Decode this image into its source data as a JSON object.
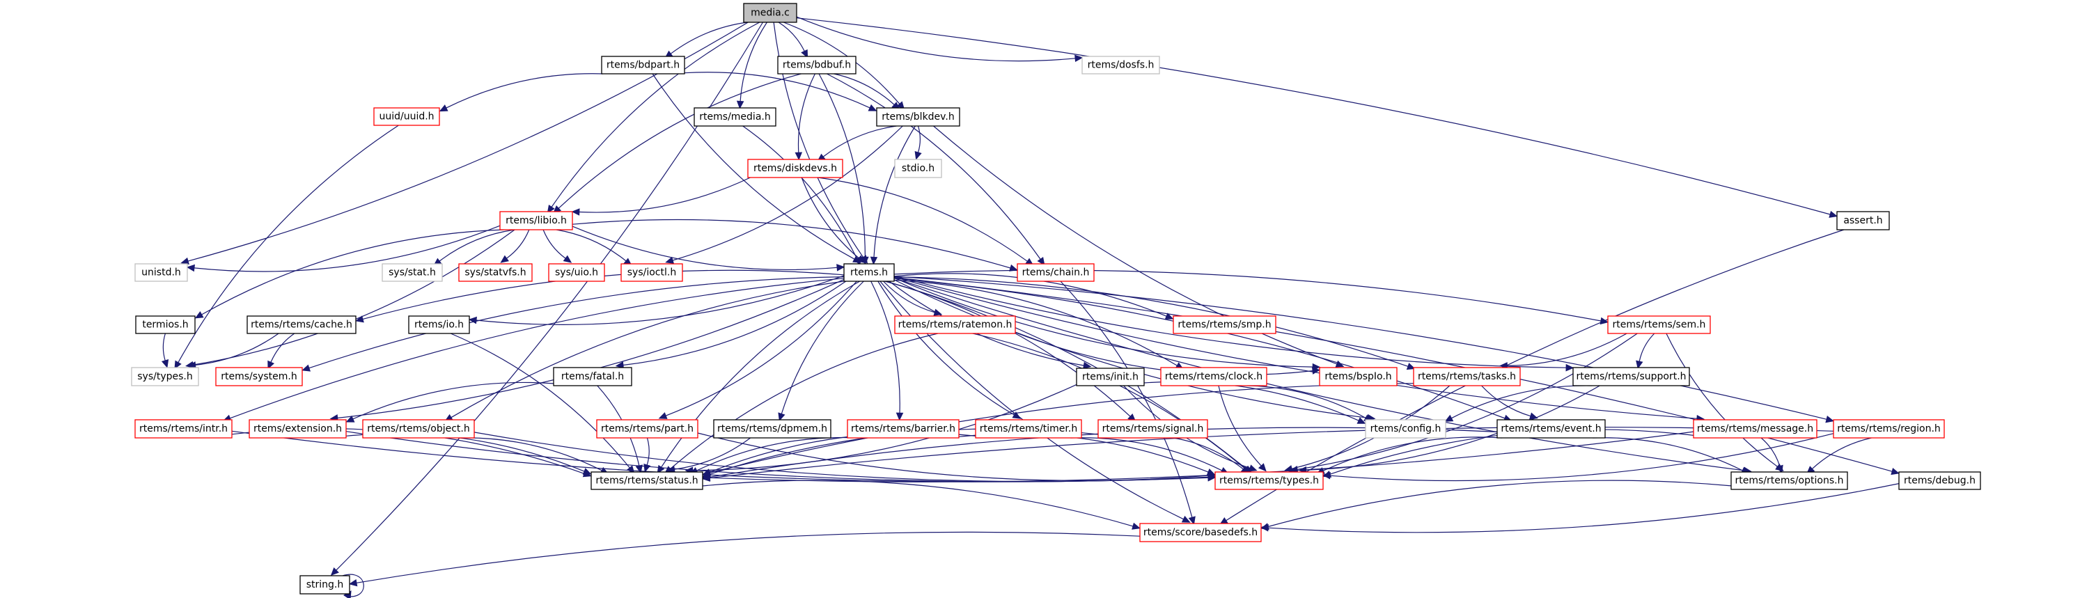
{
  "title": "media.c include dependency graph",
  "colors": {
    "edge": "#191970",
    "root_fill": "#bfbfbf",
    "normal_border": "#000000",
    "missing_border": "#bfbfbf",
    "truncated_border": "#ff0000"
  },
  "nodes": [
    {
      "id": "media_c",
      "label": "media.c",
      "kind": "root"
    },
    {
      "id": "bdpart",
      "label": "rtems/bdpart.h",
      "kind": "normal"
    },
    {
      "id": "bdbuf",
      "label": "rtems/bdbuf.h",
      "kind": "normal"
    },
    {
      "id": "dosfs",
      "label": "rtems/dosfs.h",
      "kind": "missing"
    },
    {
      "id": "uuid",
      "label": "uuid/uuid.h",
      "kind": "truncated"
    },
    {
      "id": "media_h",
      "label": "rtems/media.h",
      "kind": "normal"
    },
    {
      "id": "blkdev",
      "label": "rtems/blkdev.h",
      "kind": "normal"
    },
    {
      "id": "diskdevs",
      "label": "rtems/diskdevs.h",
      "kind": "truncated"
    },
    {
      "id": "stdio",
      "label": "stdio.h",
      "kind": "missing"
    },
    {
      "id": "assert",
      "label": "assert.h",
      "kind": "normal"
    },
    {
      "id": "libio",
      "label": "rtems/libio.h",
      "kind": "truncated"
    },
    {
      "id": "unistd",
      "label": "unistd.h",
      "kind": "missing"
    },
    {
      "id": "sysstat",
      "label": "sys/stat.h",
      "kind": "missing"
    },
    {
      "id": "statvfs",
      "label": "sys/statvfs.h",
      "kind": "truncated"
    },
    {
      "id": "uio",
      "label": "sys/uio.h",
      "kind": "truncated"
    },
    {
      "id": "ioctl",
      "label": "sys/ioctl.h",
      "kind": "truncated"
    },
    {
      "id": "rtems_h",
      "label": "rtems.h",
      "kind": "normal"
    },
    {
      "id": "chain",
      "label": "rtems/chain.h",
      "kind": "truncated"
    },
    {
      "id": "termios",
      "label": "termios.h",
      "kind": "normal"
    },
    {
      "id": "cache",
      "label": "rtems/rtems/cache.h",
      "kind": "normal"
    },
    {
      "id": "io",
      "label": "rtems/io.h",
      "kind": "normal"
    },
    {
      "id": "ratemon",
      "label": "rtems/rtems/ratemon.h",
      "kind": "truncated"
    },
    {
      "id": "smp",
      "label": "rtems/rtems/smp.h",
      "kind": "truncated"
    },
    {
      "id": "sem",
      "label": "rtems/rtems/sem.h",
      "kind": "truncated"
    },
    {
      "id": "systypes",
      "label": "sys/types.h",
      "kind": "missing"
    },
    {
      "id": "system",
      "label": "rtems/system.h",
      "kind": "truncated"
    },
    {
      "id": "fatal",
      "label": "rtems/fatal.h",
      "kind": "normal"
    },
    {
      "id": "init",
      "label": "rtems/init.h",
      "kind": "normal"
    },
    {
      "id": "clock",
      "label": "rtems/rtems/clock.h",
      "kind": "truncated"
    },
    {
      "id": "bspio",
      "label": "rtems/bspIo.h",
      "kind": "truncated"
    },
    {
      "id": "tasks",
      "label": "rtems/rtems/tasks.h",
      "kind": "truncated"
    },
    {
      "id": "support",
      "label": "rtems/rtems/support.h",
      "kind": "normal"
    },
    {
      "id": "intr",
      "label": "rtems/rtems/intr.h",
      "kind": "truncated"
    },
    {
      "id": "extension",
      "label": "rtems/extension.h",
      "kind": "truncated"
    },
    {
      "id": "object",
      "label": "rtems/rtems/object.h",
      "kind": "truncated"
    },
    {
      "id": "part",
      "label": "rtems/rtems/part.h",
      "kind": "truncated"
    },
    {
      "id": "dpmem",
      "label": "rtems/rtems/dpmem.h",
      "kind": "normal"
    },
    {
      "id": "barrier",
      "label": "rtems/rtems/barrier.h",
      "kind": "truncated"
    },
    {
      "id": "timer",
      "label": "rtems/rtems/timer.h",
      "kind": "truncated"
    },
    {
      "id": "signal",
      "label": "rtems/rtems/signal.h",
      "kind": "truncated"
    },
    {
      "id": "config",
      "label": "rtems/config.h",
      "kind": "missing"
    },
    {
      "id": "event",
      "label": "rtems/rtems/event.h",
      "kind": "normal"
    },
    {
      "id": "message",
      "label": "rtems/rtems/message.h",
      "kind": "truncated"
    },
    {
      "id": "region",
      "label": "rtems/rtems/region.h",
      "kind": "truncated"
    },
    {
      "id": "status",
      "label": "rtems/rtems/status.h",
      "kind": "normal"
    },
    {
      "id": "types",
      "label": "rtems/rtems/types.h",
      "kind": "truncated"
    },
    {
      "id": "options",
      "label": "rtems/rtems/options.h",
      "kind": "normal"
    },
    {
      "id": "debug",
      "label": "rtems/debug.h",
      "kind": "normal"
    },
    {
      "id": "basedefs",
      "label": "rtems/score/basedefs.h",
      "kind": "truncated"
    },
    {
      "id": "string",
      "label": "string.h",
      "kind": "normal"
    }
  ],
  "edges": [
    [
      "media_c",
      "bdpart"
    ],
    [
      "media_c",
      "bdbuf"
    ],
    [
      "media_c",
      "media_h"
    ],
    [
      "media_c",
      "blkdev"
    ],
    [
      "media_c",
      "dosfs"
    ],
    [
      "media_c",
      "assert"
    ],
    [
      "media_c",
      "libio"
    ],
    [
      "media_c",
      "unistd"
    ],
    [
      "media_c",
      "rtems_h"
    ],
    [
      "media_c",
      "string"
    ],
    [
      "bdpart",
      "uuid"
    ],
    [
      "bdpart",
      "blkdev"
    ],
    [
      "bdpart",
      "rtems_h"
    ],
    [
      "bdbuf",
      "blkdev"
    ],
    [
      "bdbuf",
      "diskdevs"
    ],
    [
      "bdbuf",
      "rtems_h"
    ],
    [
      "bdbuf",
      "libio"
    ],
    [
      "bdbuf",
      "chain"
    ],
    [
      "uuid",
      "systypes"
    ],
    [
      "media_h",
      "rtems_h"
    ],
    [
      "blkdev",
      "diskdevs"
    ],
    [
      "blkdev",
      "stdio"
    ],
    [
      "blkdev",
      "rtems_h"
    ],
    [
      "blkdev",
      "ioctl"
    ],
    [
      "blkdev",
      "bspio"
    ],
    [
      "diskdevs",
      "libio"
    ],
    [
      "diskdevs",
      "rtems_h"
    ],
    [
      "diskdevs",
      "chain"
    ],
    [
      "assert",
      "basedefs"
    ],
    [
      "libio",
      "unistd"
    ],
    [
      "libio",
      "termios"
    ],
    [
      "libio",
      "systypes"
    ],
    [
      "libio",
      "sysstat"
    ],
    [
      "libio",
      "statvfs"
    ],
    [
      "libio",
      "uio"
    ],
    [
      "libio",
      "ioctl"
    ],
    [
      "libio",
      "rtems_h"
    ],
    [
      "libio",
      "chain"
    ],
    [
      "termios",
      "systypes"
    ],
    [
      "cache",
      "systypes"
    ],
    [
      "cache",
      "system"
    ],
    [
      "io",
      "status"
    ],
    [
      "rtems_h",
      "cache"
    ],
    [
      "rtems_h",
      "io"
    ],
    [
      "rtems_h",
      "system"
    ],
    [
      "rtems_h",
      "fatal"
    ],
    [
      "rtems_h",
      "ratemon"
    ],
    [
      "rtems_h",
      "smp"
    ],
    [
      "rtems_h",
      "init"
    ],
    [
      "rtems_h",
      "clock"
    ],
    [
      "rtems_h",
      "bspio"
    ],
    [
      "rtems_h",
      "tasks"
    ],
    [
      "rtems_h",
      "support"
    ],
    [
      "rtems_h",
      "sem"
    ],
    [
      "rtems_h",
      "intr"
    ],
    [
      "rtems_h",
      "extension"
    ],
    [
      "rtems_h",
      "object"
    ],
    [
      "rtems_h",
      "part"
    ],
    [
      "rtems_h",
      "dpmem"
    ],
    [
      "rtems_h",
      "barrier"
    ],
    [
      "rtems_h",
      "timer"
    ],
    [
      "rtems_h",
      "signal"
    ],
    [
      "rtems_h",
      "config"
    ],
    [
      "rtems_h",
      "event"
    ],
    [
      "rtems_h",
      "message"
    ],
    [
      "rtems_h",
      "region"
    ],
    [
      "rtems_h",
      "status"
    ],
    [
      "rtems_h",
      "types"
    ],
    [
      "rtems_h",
      "options"
    ],
    [
      "rtems_h",
      "debug"
    ],
    [
      "rtems_h",
      "basedefs"
    ],
    [
      "chain",
      "basedefs"
    ],
    [
      "fatal",
      "extension"
    ],
    [
      "fatal",
      "status"
    ],
    [
      "ratemon",
      "status"
    ],
    [
      "ratemon",
      "types"
    ],
    [
      "ratemon",
      "bspio"
    ],
    [
      "init",
      "status"
    ],
    [
      "init",
      "types"
    ],
    [
      "init",
      "config"
    ],
    [
      "clock",
      "types"
    ],
    [
      "clock",
      "config"
    ],
    [
      "tasks",
      "status"
    ],
    [
      "tasks",
      "types"
    ],
    [
      "tasks",
      "event"
    ],
    [
      "support",
      "types"
    ],
    [
      "support",
      "config"
    ],
    [
      "sem",
      "tasks"
    ],
    [
      "sem",
      "support"
    ],
    [
      "sem",
      "types"
    ],
    [
      "sem",
      "options"
    ],
    [
      "intr",
      "status"
    ],
    [
      "intr",
      "types"
    ],
    [
      "extension",
      "status"
    ],
    [
      "extension",
      "types"
    ],
    [
      "object",
      "status"
    ],
    [
      "object",
      "types"
    ],
    [
      "part",
      "status"
    ],
    [
      "part",
      "types"
    ],
    [
      "dpmem",
      "status"
    ],
    [
      "barrier",
      "status"
    ],
    [
      "barrier",
      "types"
    ],
    [
      "timer",
      "status"
    ],
    [
      "timer",
      "types"
    ],
    [
      "signal",
      "status"
    ],
    [
      "signal",
      "types"
    ],
    [
      "event",
      "types"
    ],
    [
      "event",
      "options"
    ],
    [
      "event",
      "status"
    ],
    [
      "message",
      "status"
    ],
    [
      "message",
      "types"
    ],
    [
      "message",
      "options"
    ],
    [
      "region",
      "status"
    ],
    [
      "region",
      "types"
    ],
    [
      "region",
      "options"
    ],
    [
      "status",
      "basedefs"
    ],
    [
      "options",
      "basedefs"
    ],
    [
      "debug",
      "basedefs"
    ],
    [
      "basedefs",
      "string"
    ],
    [
      "string",
      "string"
    ]
  ]
}
